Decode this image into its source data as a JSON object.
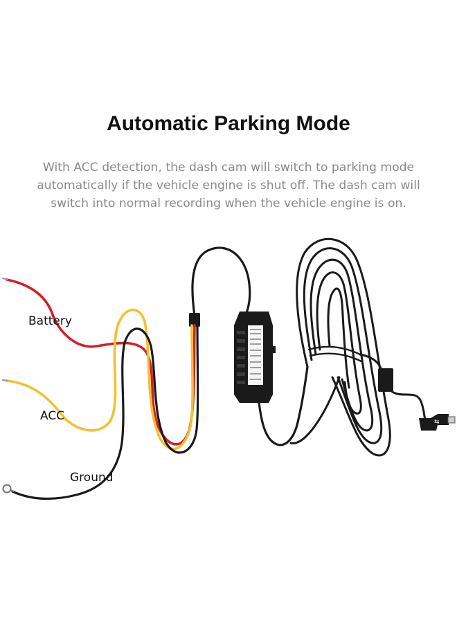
{
  "title": "Automatic Parking Mode",
  "description": [
    "With ACC detection, the dash cam will switch to parking mode",
    "automatically if the vehicle engine is shut off. The dash cam will",
    "switch into normal recording when the vehicle engine is on."
  ],
  "wires": [
    {
      "label": "Battery",
      "color": "#d32027"
    },
    {
      "label": "ACC",
      "color": "#f2c22d"
    },
    {
      "label": "Ground",
      "color": "#1a1a1a"
    }
  ],
  "cable_color": "#1a1a1a"
}
